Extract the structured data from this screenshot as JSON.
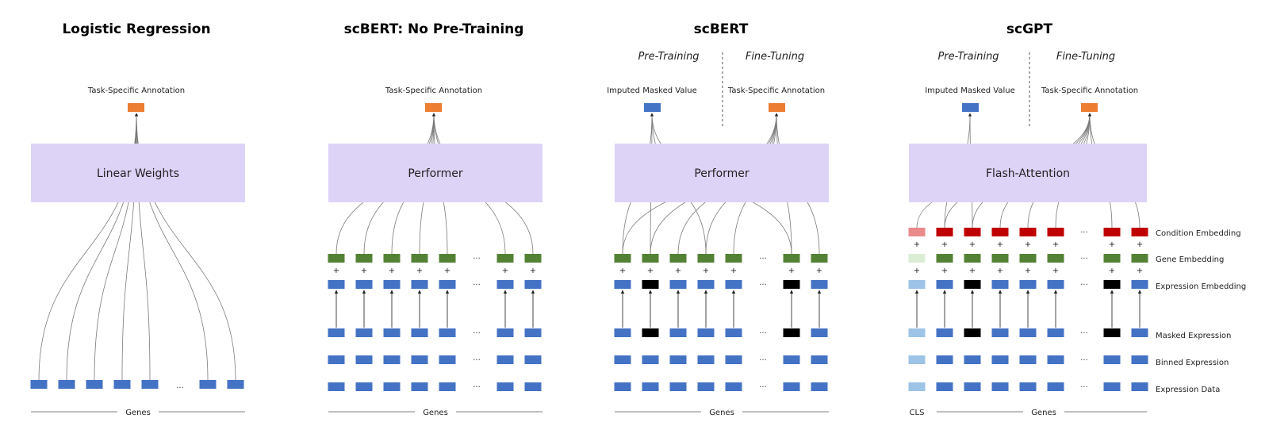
{
  "colors": {
    "expression": "#4472c4",
    "gene": "#548235",
    "condition": "#c00000",
    "condition_cls": "#ea8a8a",
    "gene_cls": "#dcedd5",
    "expression_cls": "#9dc3e6",
    "masked": "#000000",
    "output": "#ed7d31",
    "transformer_box": "#ddd3f7"
  },
  "panels": [
    {
      "title": "Logistic Regression",
      "box_label": "Linear Weights",
      "output_label": "Task-Specific Annotation",
      "axis_label": "Genes",
      "ellipsis": "···"
    },
    {
      "title": "scBERT: No Pre-Training",
      "box_label": "Performer",
      "output_label": "Task-Specific Annotation",
      "axis_label": "Genes",
      "ellipsis": "···",
      "plus": "+"
    },
    {
      "title": "scBERT",
      "box_label": "Performer",
      "phase_left": "Pre-Training",
      "phase_right": "Fine-Tuning",
      "output_left_label": "Imputed Masked Value",
      "output_right_label": "Task-Specific Annotation",
      "axis_label": "Genes",
      "ellipsis": "···",
      "plus": "+"
    },
    {
      "title": "scGPT",
      "box_label": "Flash-Attention",
      "phase_left": "Pre-Training",
      "phase_right": "Fine-Tuning",
      "output_left_label": "Imputed Masked Value",
      "output_right_label": "Task-Specific Annotation",
      "axis_label": "Genes",
      "cls_label": "CLS",
      "ellipsis": "···",
      "plus": "+"
    }
  ],
  "row_labels": {
    "condition": "Condition Embedding",
    "gene": "Gene Embedding",
    "expression_embedding": "Expression Embedding",
    "masked": "Masked Expression",
    "binned": "Binned Expression",
    "data": "Expression Data"
  }
}
